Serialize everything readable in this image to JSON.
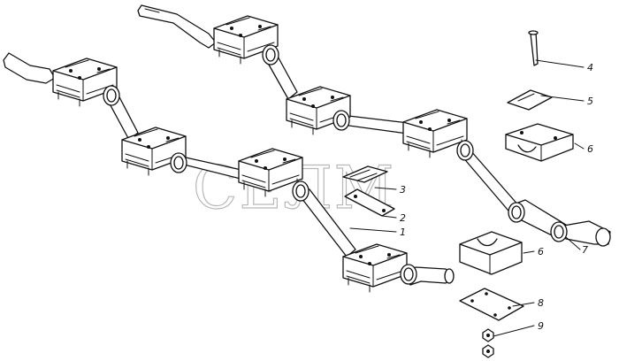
{
  "watermark": "СЕЛМ",
  "callouts": [
    {
      "id": "c1",
      "label": "1"
    },
    {
      "id": "c2",
      "label": "2"
    },
    {
      "id": "c3",
      "label": "3"
    },
    {
      "id": "c4",
      "label": "4"
    },
    {
      "id": "c5",
      "label": "5"
    },
    {
      "id": "c6a",
      "label": "6"
    },
    {
      "id": "c6b",
      "label": "6"
    },
    {
      "id": "c7",
      "label": "7"
    },
    {
      "id": "c8",
      "label": "8"
    },
    {
      "id": "c9",
      "label": "9"
    }
  ],
  "colors": {
    "ink": "#111111",
    "watermark": "#b8b8b8",
    "paper": "#ffffff"
  }
}
